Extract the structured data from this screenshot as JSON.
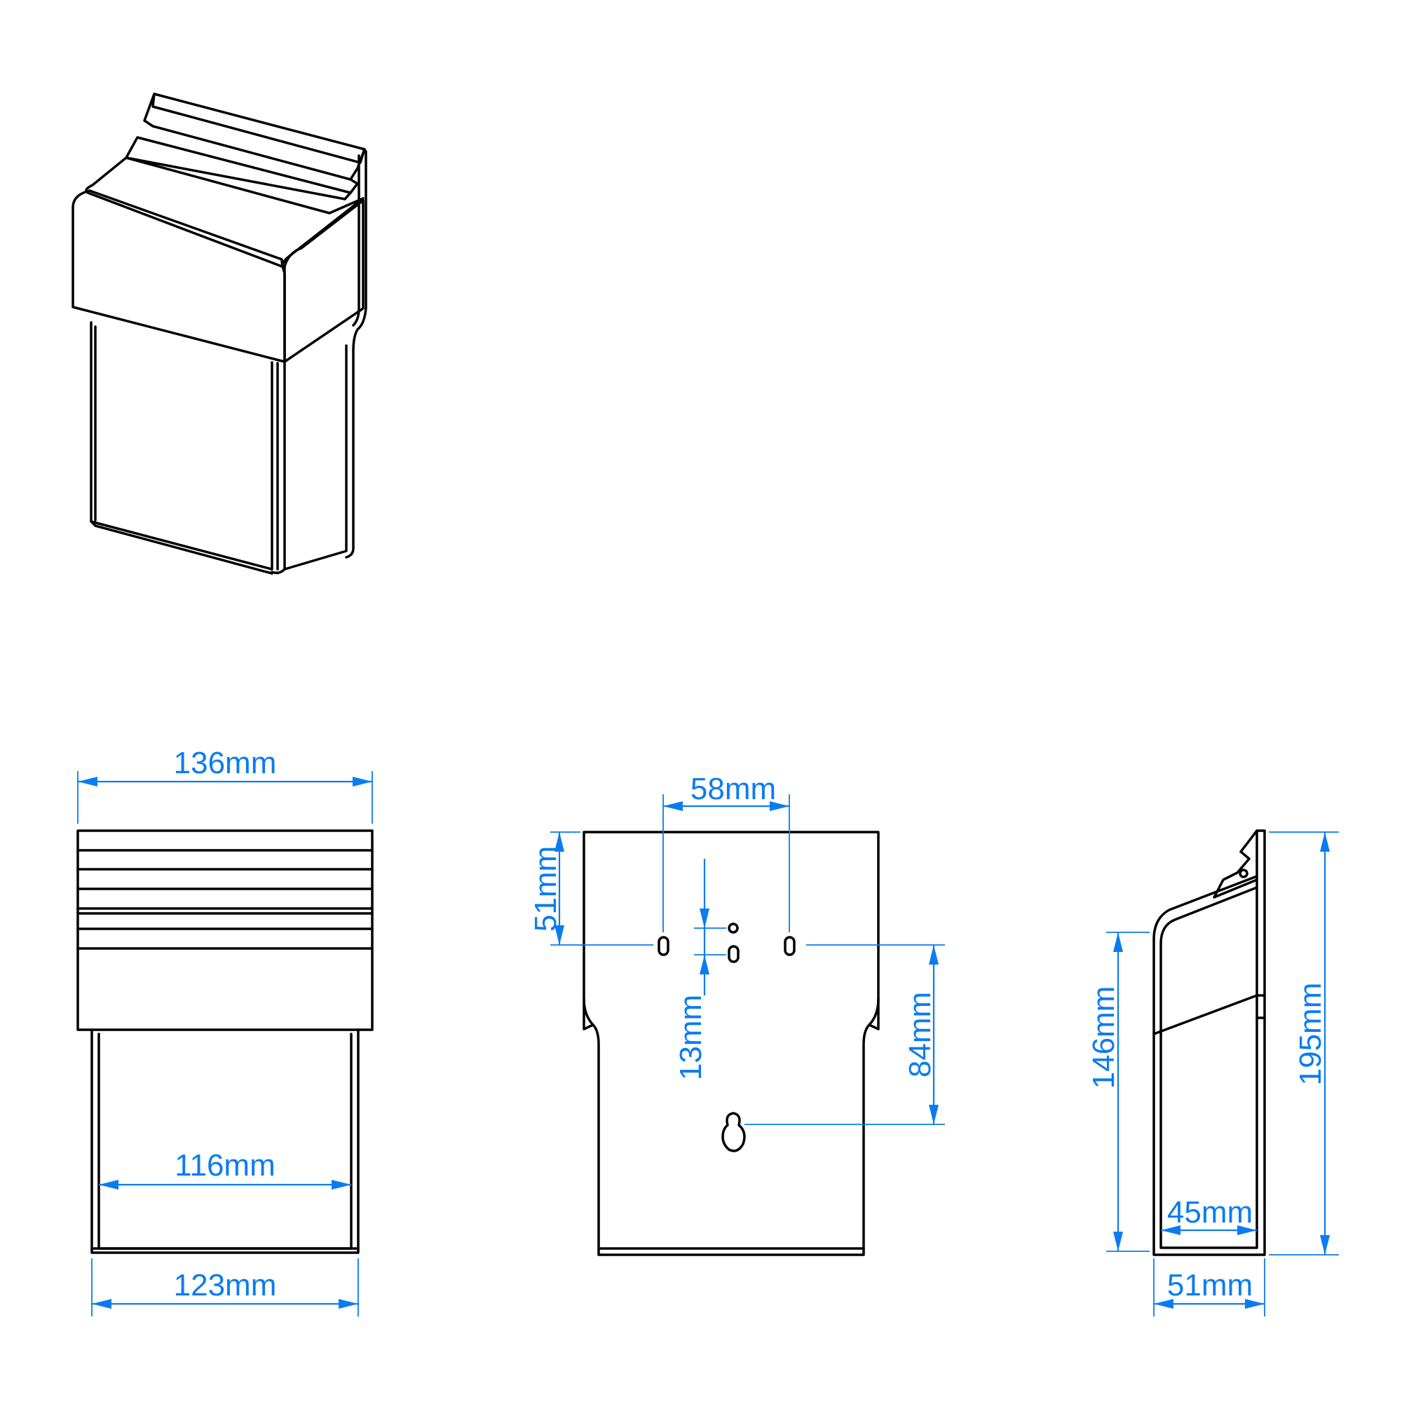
{
  "colors": {
    "dimension": "#0a7cf0",
    "outline": "#000000",
    "background": "#ffffff"
  },
  "views": {
    "isometric": {
      "label": ""
    },
    "front": {
      "dims": {
        "top_width": "136mm",
        "inner_width": "116mm",
        "bottom_width": "123mm"
      }
    },
    "back": {
      "dims": {
        "hole_spacing": "58mm",
        "top_to_holes": "51mm",
        "small_hole_gap": "13mm",
        "holes_to_keyhole": "84mm"
      }
    },
    "side": {
      "dims": {
        "front_height": "146mm",
        "total_height": "195mm",
        "inner_depth": "45mm",
        "outer_depth": "51mm"
      }
    }
  }
}
